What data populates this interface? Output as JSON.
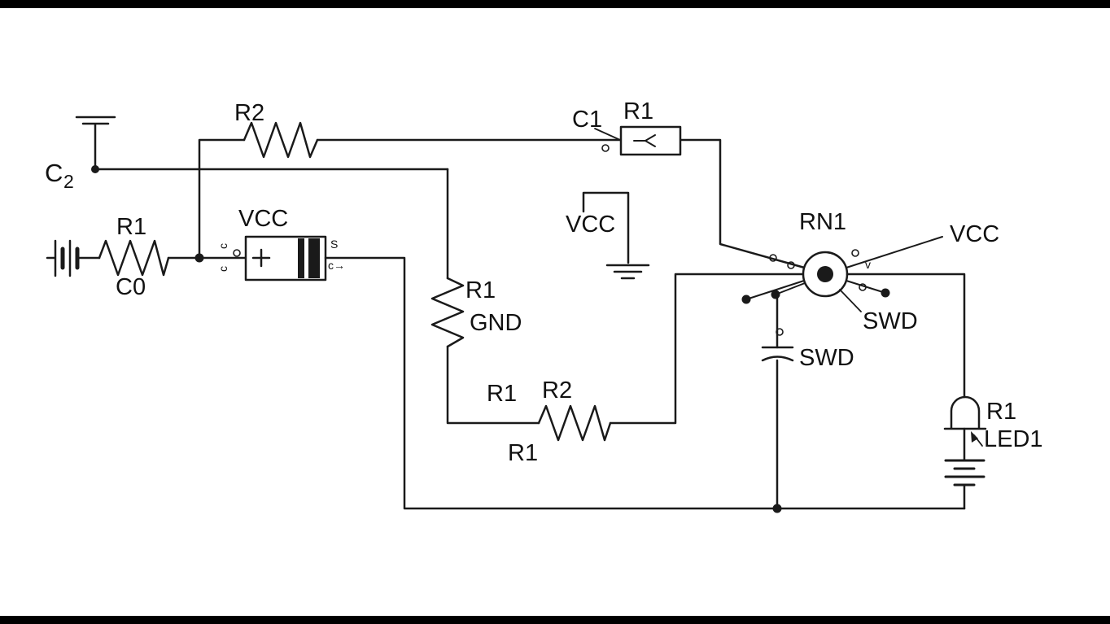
{
  "window": {
    "background": "#ffffff",
    "letterbox_color": "#000000",
    "ink_color": "#1a1a1a"
  },
  "schematic": {
    "labels": {
      "c2_base": "C",
      "c2_sub": "2",
      "r2_top": "R2",
      "c1": "C1",
      "r1_box": "R1",
      "r1_left": "R1",
      "c0": "C0",
      "vcc_cap": "VCC",
      "vcc_rail": "VCC",
      "r1_vert": "R1",
      "gnd": "GND",
      "r1_mid": "R1",
      "r2_mid": "R2",
      "r1_mid_below": "R1",
      "rn1": "RN1",
      "vcc_right": "VCC",
      "swd_switch": "SWD",
      "swd_cap": "SWD",
      "r1_led": "R1",
      "led1": "LED1"
    },
    "pin_marks": {
      "s": "S",
      "c_in_top": "c",
      "c_in_bottom": "c",
      "c_out": "c→",
      "v": "v"
    }
  }
}
